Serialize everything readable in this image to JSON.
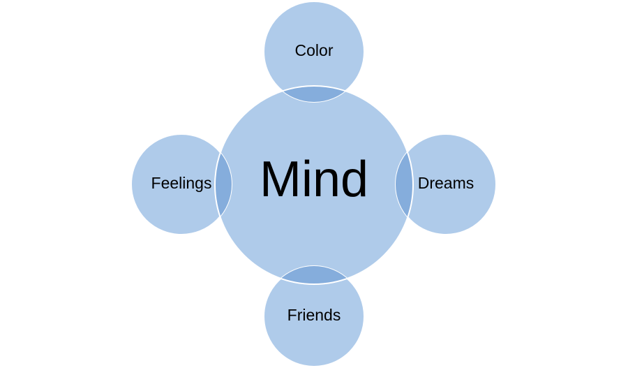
{
  "diagram": {
    "center": {
      "label": "Mind"
    },
    "satellites": [
      {
        "id": "top",
        "label": "Color"
      },
      {
        "id": "left",
        "label": "Feelings"
      },
      {
        "id": "right",
        "label": "Dreams"
      },
      {
        "id": "bottom",
        "label": "Friends"
      }
    ],
    "colors": {
      "fill": "#afcbea",
      "overlap": "#85addc",
      "stroke": "#ffffff",
      "text": "#000000"
    }
  }
}
